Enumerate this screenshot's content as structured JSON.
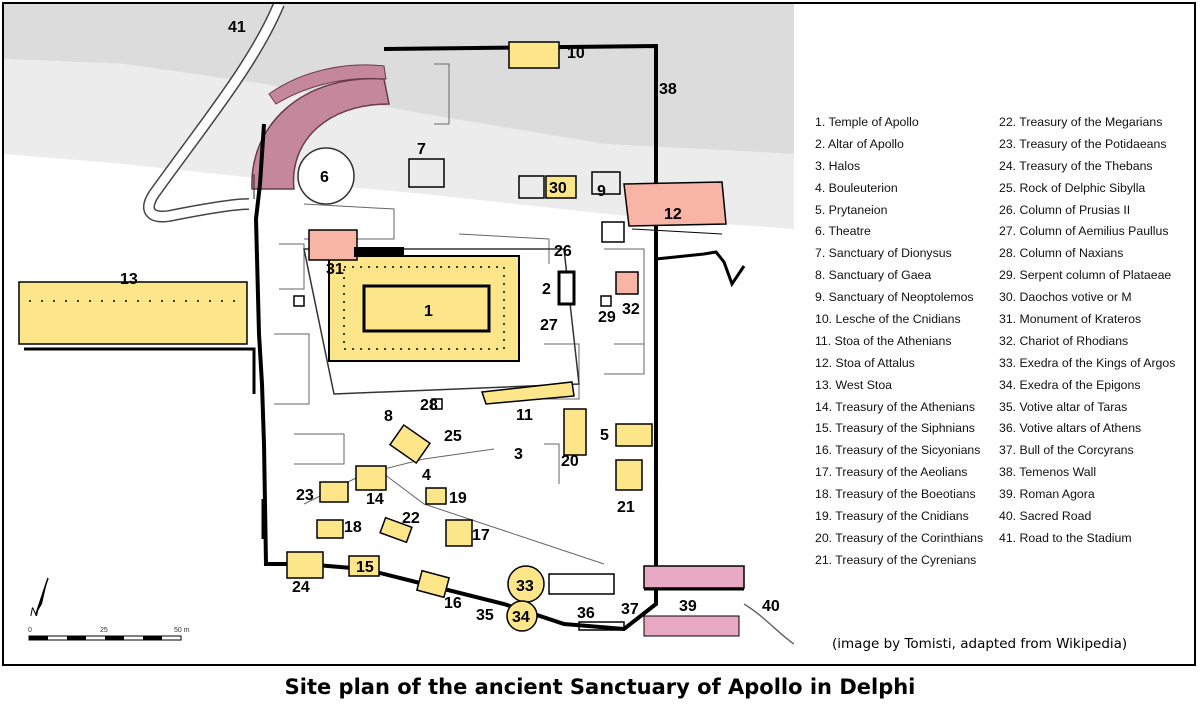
{
  "title": "Site plan of the ancient Sanctuary of Apollo in Delphi",
  "credit": "(image by Tomisti, adapted from Wikipedia)",
  "north": "N",
  "scale": {
    "zero": "0",
    "mid": "25",
    "end": "50 m"
  },
  "colors": {
    "building": "#fde68a",
    "stoa": "#f8b4a4",
    "theatre": "#c4879c",
    "agora": "#e8a9c4",
    "wall": "#000000"
  },
  "map_numbers": [
    "1",
    "2",
    "3",
    "4",
    "5",
    "6",
    "7",
    "8",
    "9",
    "10",
    "11",
    "12",
    "13",
    "14",
    "15",
    "16",
    "17",
    "18",
    "19",
    "20",
    "21",
    "22",
    "23",
    "24",
    "25",
    "26",
    "27",
    "28",
    "29",
    "30",
    "31",
    "32",
    "33",
    "34",
    "35",
    "36",
    "37",
    "38",
    "39",
    "40",
    "41"
  ],
  "legend_left": [
    "1. Temple of Apollo",
    "2. Altar of Apollo",
    "3. Halos",
    "4. Bouleuterion",
    "5. Prytaneion",
    "6. Theatre",
    "7. Sanctuary of Dionysus",
    "8. Sanctuary of Gaea",
    "9. Sanctuary of Neoptolemos",
    "10. Lesche of the Cnidians",
    "11. Stoa of the Athenians",
    "12. Stoa of Attalus",
    "13. West Stoa",
    "14. Treasury of the Athenians",
    "15. Treasury of the Siphnians",
    "16. Treasury of the Sicyonians",
    "17. Treasury of the Aeolians",
    "18. Treasury of the Boeotians",
    "19. Treasury of the Cnidians",
    "20. Treasury of the Corinthians",
    "21. Treasury of the Cyrenians"
  ],
  "legend_right": [
    "22. Treasury of the Megarians",
    "23. Treasury of the Potidaeans",
    "24. Treasury of the Thebans",
    "25. Rock of Delphic Sibylla",
    "26. Column of Prusias II",
    "27. Column of Aemilius Paullus",
    "28. Column of Naxians",
    "29. Serpent column of Plataeae",
    "30. Daochos votive or M",
    "31. Monument of Krateros",
    "32. Chariot of Rhodians",
    "33. Exedra of the Kings of Argos",
    "34. Exedra of the Epigons",
    "35. Votive altar of Taras",
    "36. Votive altars of Athens",
    "37. Bull of the Corcyrans",
    "38. Temenos Wall",
    "39. Roman Agora",
    "40. Sacred Road",
    "41. Road to the Stadium"
  ]
}
